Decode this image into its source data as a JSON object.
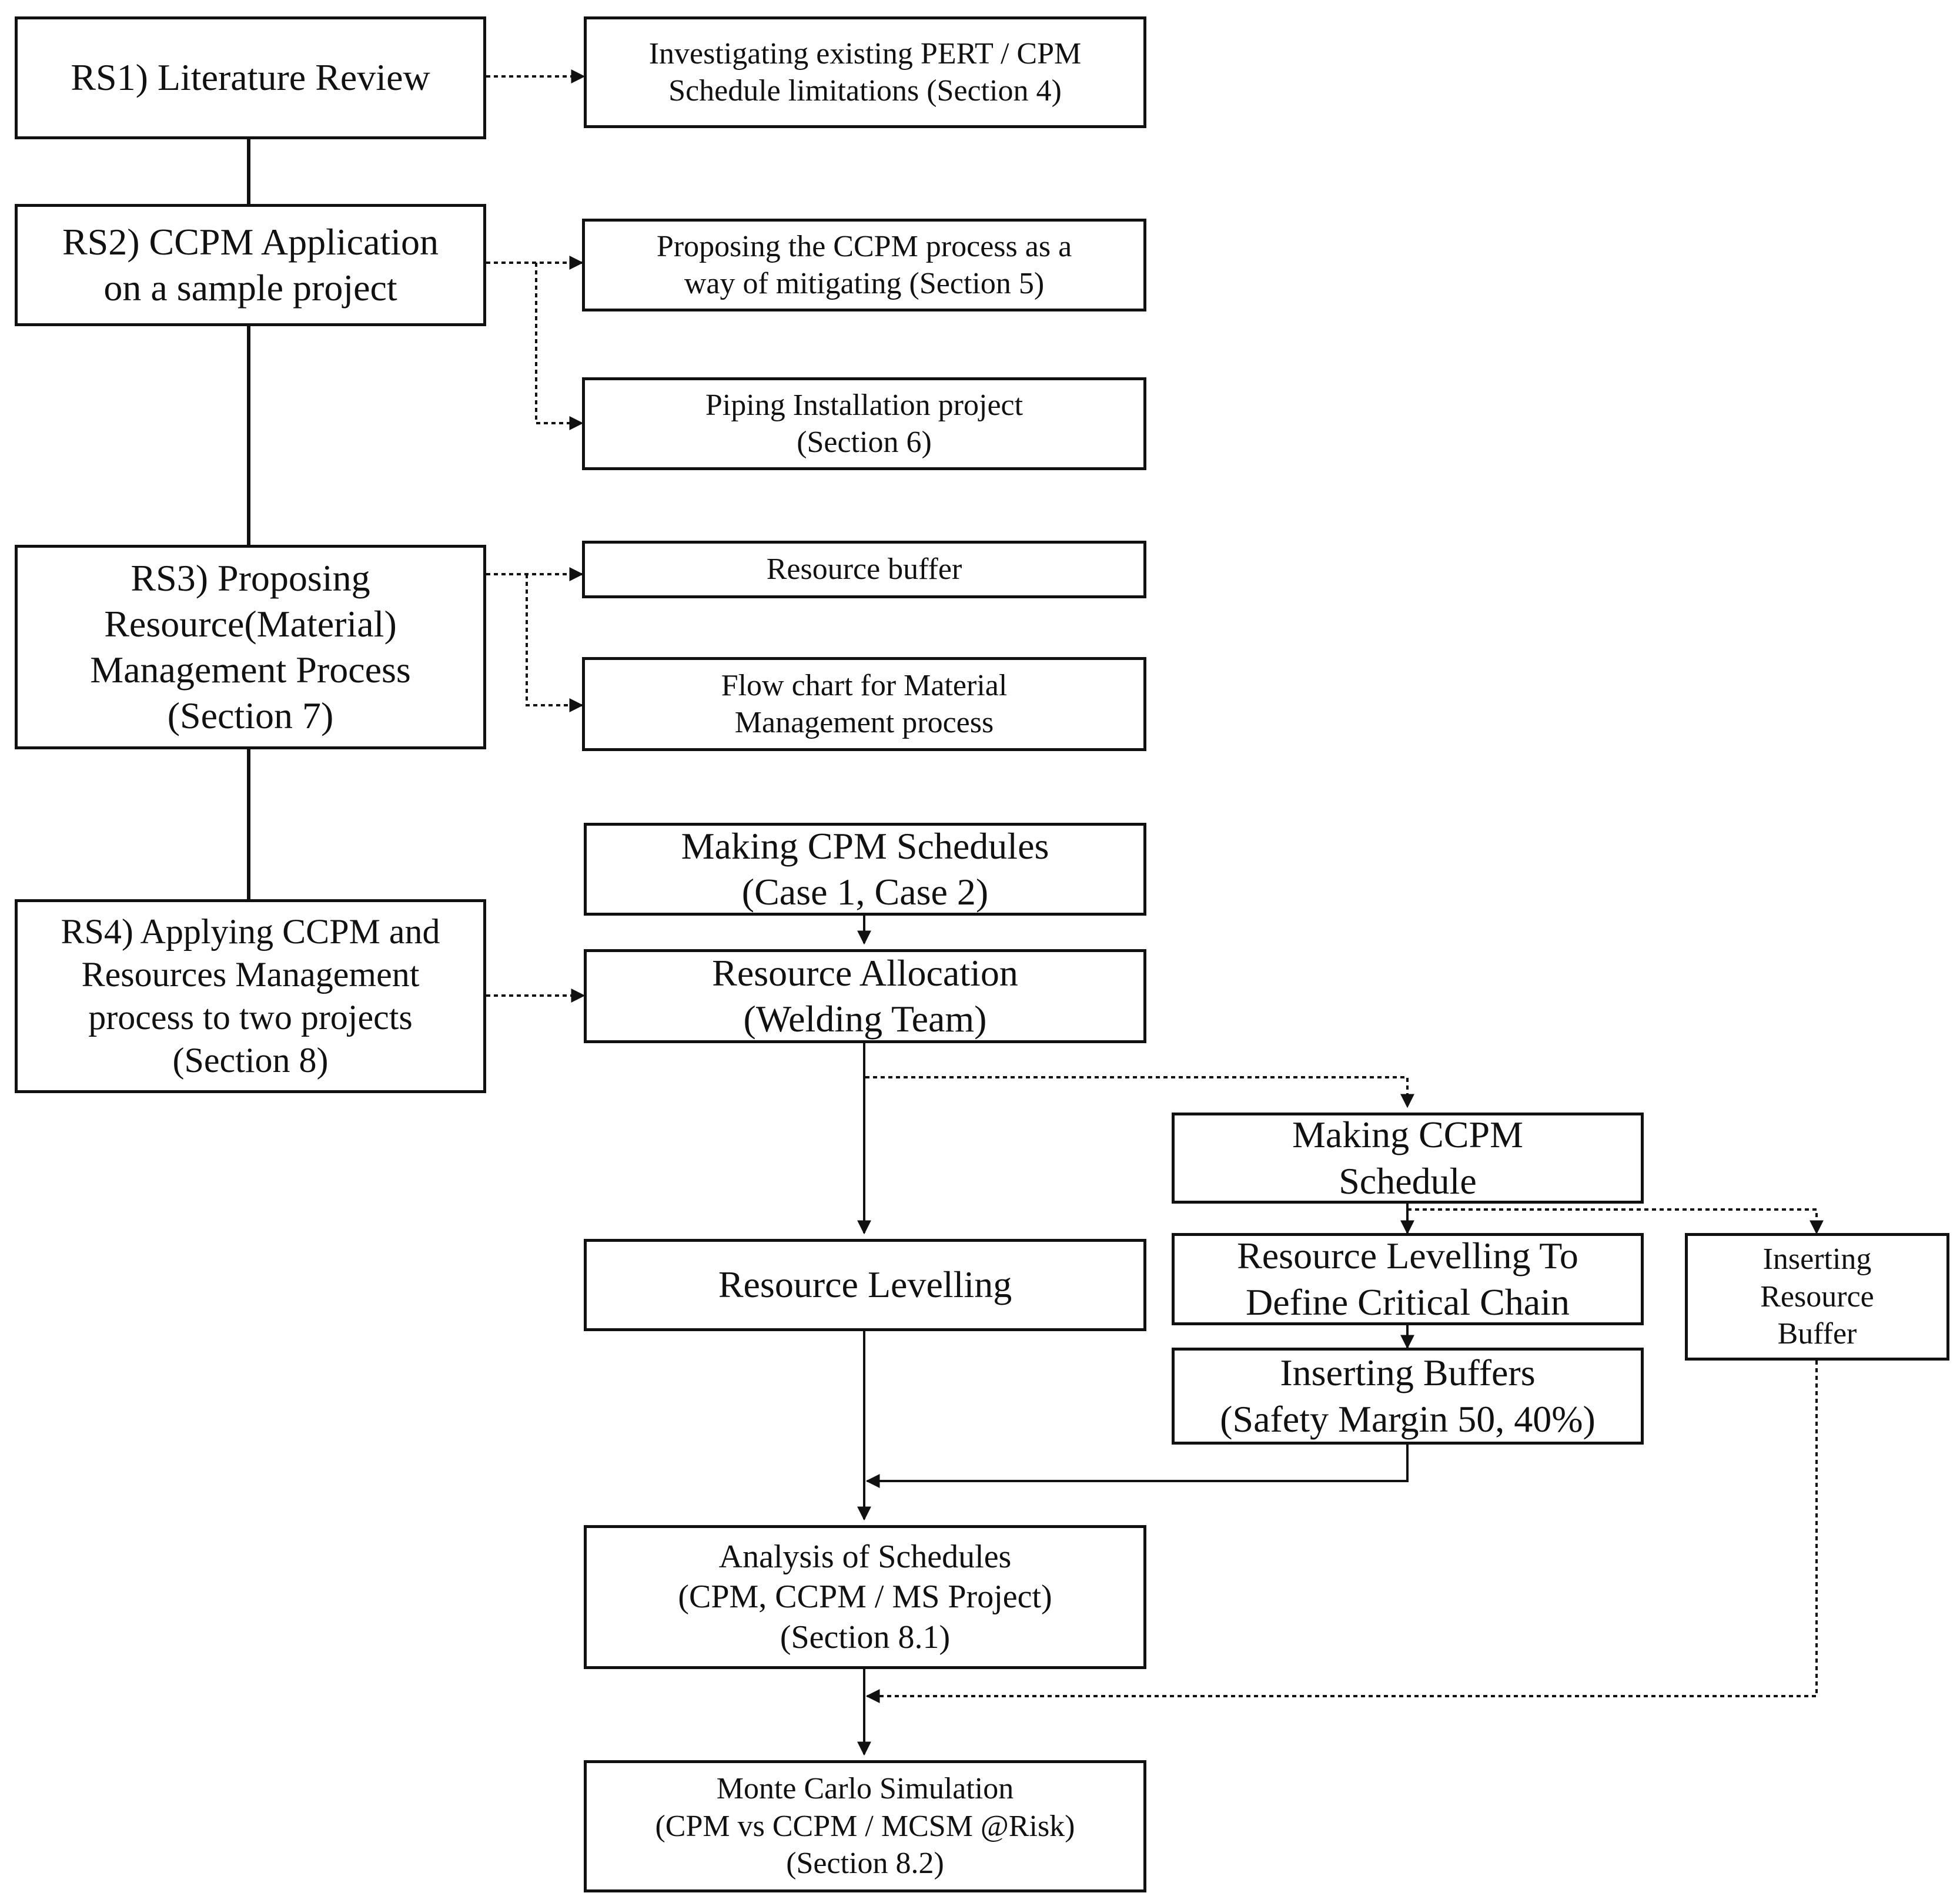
{
  "boxes": {
    "rs1": [
      "RS1) Literature Review"
    ],
    "rs2": [
      "RS2) CCPM Application",
      "on a sample project"
    ],
    "rs3": [
      "RS3) Proposing",
      "Resource(Material)",
      "Management Process",
      "(Section 7)"
    ],
    "rs4": [
      "RS4) Applying CCPM and",
      "Resources Management",
      "process to two projects",
      "(Section 8)"
    ],
    "pert_cpm": [
      "Investigating  existing PERT / CPM",
      "Schedule limitations (Section 4)"
    ],
    "ccpm_process": [
      "Proposing the CCPM process as a",
      "way of mitigating (Section 5)"
    ],
    "piping": [
      "Piping Installation project",
      "(Section 6)"
    ],
    "resource_buffer": [
      "Resource buffer"
    ],
    "flow_chart": [
      "Flow chart for Material",
      "Management process"
    ],
    "cpm_schedules": [
      "Making CPM Schedules",
      "(Case 1, Case 2)"
    ],
    "resource_allocation": [
      "Resource Allocation",
      "(Welding Team)"
    ],
    "making_ccpm": [
      "Making CCPM",
      "Schedule"
    ],
    "resource_levelling": [
      "Resource Levelling"
    ],
    "critical_chain": [
      "Resource Levelling  To",
      "Define Critical  Chain"
    ],
    "inserting_resource_buffer": [
      "Inserting",
      "Resource",
      "Buffer"
    ],
    "inserting_buffers": [
      "Inserting Buffers",
      "(Safety Margin 50, 40%)"
    ],
    "analysis": [
      "Analysis of Schedules",
      "(CPM, CCPM / MS Project)",
      "(Section 8.1)"
    ],
    "monte_carlo": [
      "Monte Carlo Simulation",
      "(CPM vs CCPM / MCSM @Risk)",
      "(Section 8.2)"
    ]
  }
}
